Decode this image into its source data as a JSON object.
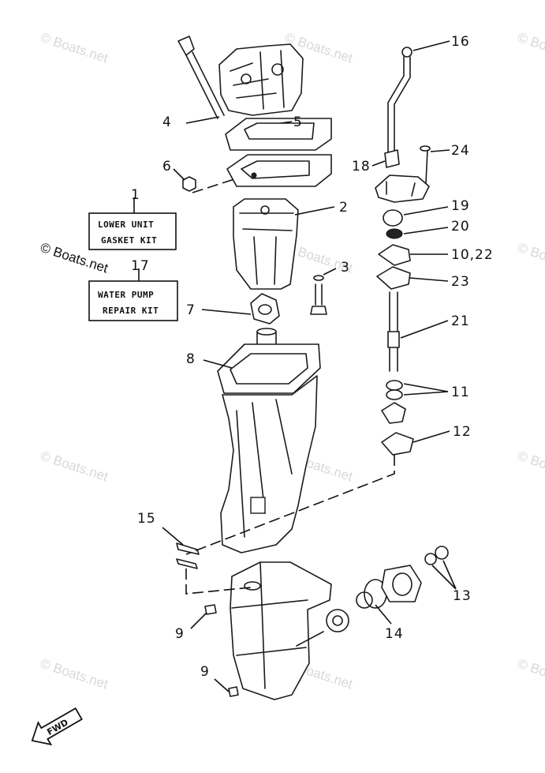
{
  "diagram": {
    "watermark_text": "© Boats.net",
    "callouts": {
      "c1": "1",
      "c2": "2",
      "c3": "3",
      "c4": "4",
      "c5": "5",
      "c6": "6",
      "c7": "7",
      "c8": "8",
      "c9a": "9",
      "c9b": "9",
      "c10_22": "10,22",
      "c11": "11",
      "c12": "12",
      "c13": "13",
      "c14": "14",
      "c15": "15",
      "c16": "16",
      "c17": "17",
      "c18": "18",
      "c19": "19",
      "c20": "20",
      "c21": "21",
      "c23": "23",
      "c24": "24"
    },
    "kits": {
      "lower_unit_line1": "LOWER UNIT",
      "lower_unit_line2": "GASKET KIT",
      "water_pump_line1": "WATER PUMP",
      "water_pump_line2": "REPAIR KIT"
    },
    "direction_label": "FWD"
  }
}
